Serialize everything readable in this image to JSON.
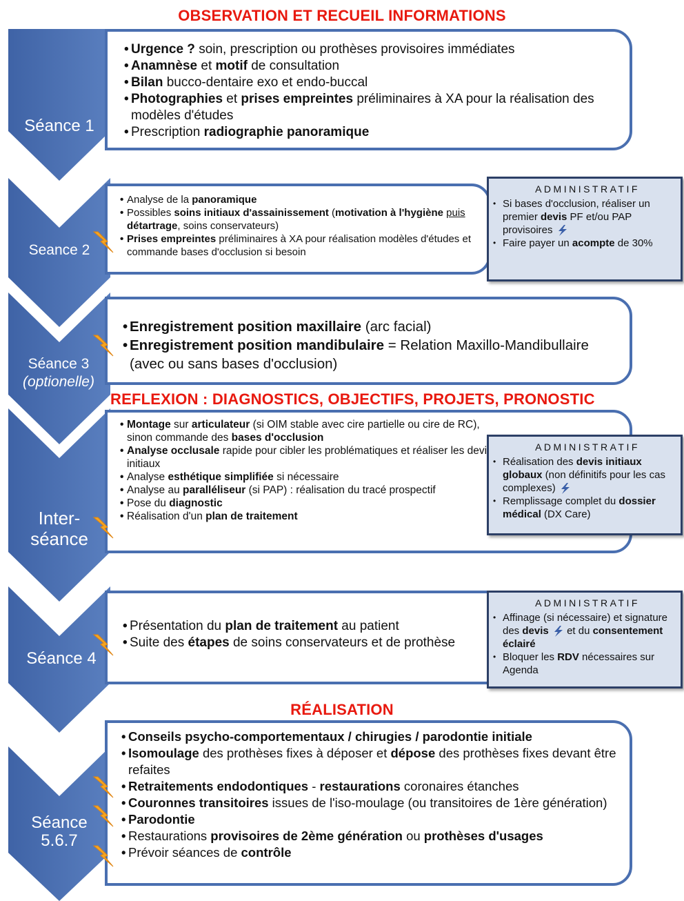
{
  "titles": {
    "observation": "OBSERVATION ET RECUEIL INFORMATIONS",
    "reflexion": "REFLEXION : DIAGNOSTICS, OBJECTIFS, PROJETS, PRONOSTIC",
    "realisation": "RÉALISATION"
  },
  "colors": {
    "chevron": "#4a6fb0",
    "title": "#e8190f",
    "admin_bg": "#d9e1ee",
    "bolt": "#f5a623"
  },
  "icons": [
    "lightning-bolt-icon"
  ],
  "stages": {
    "s1": {
      "label": "Séance 1"
    },
    "s2": {
      "label": "Seance 2"
    },
    "s3": {
      "label": "Séance 3",
      "sub": "(optionelle)"
    },
    "inter": {
      "label1": "Inter-",
      "label2": "séance"
    },
    "s4": {
      "label": "Séance 4"
    },
    "s5": {
      "label1": "Séance",
      "label2": "5.6.7"
    }
  },
  "s1_items": [
    [
      "Urgence ?",
      " soin, prescription ou prothèses provisoires immédiates"
    ],
    [
      "Anamnèse",
      " et ",
      "motif",
      " de consultation"
    ],
    [
      "Bilan",
      " bucco-dentaire exo et endo-buccal"
    ],
    [
      "Photographies",
      " et ",
      "prises empreintes",
      " préliminaires à XA pour la réalisation des modèles d'études"
    ],
    [
      "",
      "Prescription ",
      "radiographie panoramique"
    ]
  ],
  "s2_items": {
    "i1": [
      "Analyse de la ",
      "panoramique"
    ],
    "i2": [
      "Possibles ",
      "soins initiaux d'assainissement",
      " (",
      "motivation à l'hygiène",
      " ",
      "puis",
      " ",
      "détartrage",
      ", soins conservateurs)"
    ],
    "i3": [
      "Prises empreintes",
      " préliminaires à XA pour réalisation modèles d'études et commande bases d'occlusion si besoin"
    ]
  },
  "admin1": {
    "heading": "ADMINISTRATIF",
    "i1": [
      "Si bases d'occlusion, réaliser un premier ",
      "devis",
      " PF et/ou PAP provisoires"
    ],
    "i2": [
      "Faire payer un ",
      "acompte",
      " de 30%"
    ]
  },
  "s3_items": {
    "i1": [
      "Enregistrement position maxillaire",
      " (arc facial)"
    ],
    "i2": [
      "Enregistrement position mandibulaire",
      " = Relation Maxillo-Mandibullaire (avec ou sans bases d'occlusion)"
    ]
  },
  "inter_items": {
    "i1": [
      "Montage",
      " sur ",
      "articulateur",
      " (si OIM stable avec cire partielle ou cire de RC), sinon commande des ",
      "bases d'occlusion"
    ],
    "i2": [
      "Analyse occlusale",
      " rapide pour cibler les problématiques et réaliser les devis initiaux"
    ],
    "i3": [
      "Analyse ",
      "esthétique simplifiée",
      " si nécessaire"
    ],
    "i4": [
      "Analyse au ",
      "paralléliseur",
      " (si PAP) : réalisation du tracé prospectif"
    ],
    "i5": [
      "Pose du ",
      "diagnostic"
    ],
    "i6": [
      "Réalisation d'un ",
      "plan de traitement"
    ]
  },
  "admin2": {
    "heading": "ADMINISTRATIF",
    "i1": [
      "Réalisation des ",
      "devis initiaux globaux",
      " (non définitifs pour les cas complexes)"
    ],
    "i2": [
      "Remplissage complet du ",
      "dossier médical",
      " (DX Care)"
    ]
  },
  "s4_items": {
    "i1": [
      "Présentation du ",
      "plan de traitement",
      " au patient"
    ],
    "i2": [
      "Suite des ",
      "étapes",
      " de soins conservateurs et de prothèse"
    ]
  },
  "admin3": {
    "heading": "ADMINISTRATIF",
    "i1": [
      "Affinage (si nécessaire) et signature des ",
      "devis",
      " et du ",
      "consentement éclairé"
    ],
    "i2": [
      "Bloquer les ",
      "RDV",
      " nécessaires sur Agenda"
    ]
  },
  "s5_items": {
    "i1": [
      "Conseils psycho-comportementaux / chirugies / parodontie initiale"
    ],
    "i2": [
      "Isomoulage",
      " des prothèses fixes à déposer et ",
      "dépose",
      " des prothèses fixes devant être refaites"
    ],
    "i3": [
      "Retraitements endodontiques",
      " - ",
      "restaurations",
      " coronaires étanches"
    ],
    "i4": [
      "Couronnes transitoires",
      " issues de l'iso-moulage (ou transitoires de 1ère génération)"
    ],
    "i5": [
      "Parodontie"
    ],
    "i6": [
      "Restaurations ",
      "provisoires de 2ème génération",
      " ou ",
      "prothèses d'usages"
    ],
    "i7": [
      "Prévoir séances de ",
      "contrôle"
    ]
  }
}
